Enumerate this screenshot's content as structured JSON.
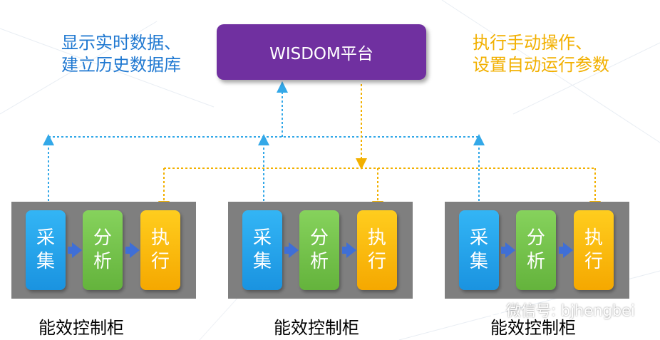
{
  "platform": {
    "label": "WISDOM平台"
  },
  "notes": {
    "left": "显示实时数据、\n建立历史数据库",
    "right": "执行手动操作、\n设置自动运行参数"
  },
  "cabinets": [
    {
      "caption": "能效控制柜",
      "blocks": [
        [
          "采",
          "集"
        ],
        [
          "分",
          "析"
        ],
        [
          "执",
          "行"
        ]
      ]
    },
    {
      "caption": "能效控制柜",
      "blocks": [
        [
          "采",
          "集"
        ],
        [
          "分",
          "析"
        ],
        [
          "执",
          "行"
        ]
      ]
    },
    {
      "caption": "能效控制柜",
      "blocks": [
        [
          "采",
          "集"
        ],
        [
          "分",
          "析"
        ],
        [
          "执",
          "行"
        ]
      ]
    }
  ],
  "watermark": {
    "text": "微信号: bjhengbei",
    "icon": "wechat-icon"
  },
  "colors": {
    "platform": "#7030a0",
    "data_up_line": "#33a8e8",
    "control_down_line": "#f2b000",
    "collect": "#1a93e0",
    "analyze": "#64b33c",
    "execute": "#f5a800",
    "cabinet": "#7f7f7f"
  }
}
